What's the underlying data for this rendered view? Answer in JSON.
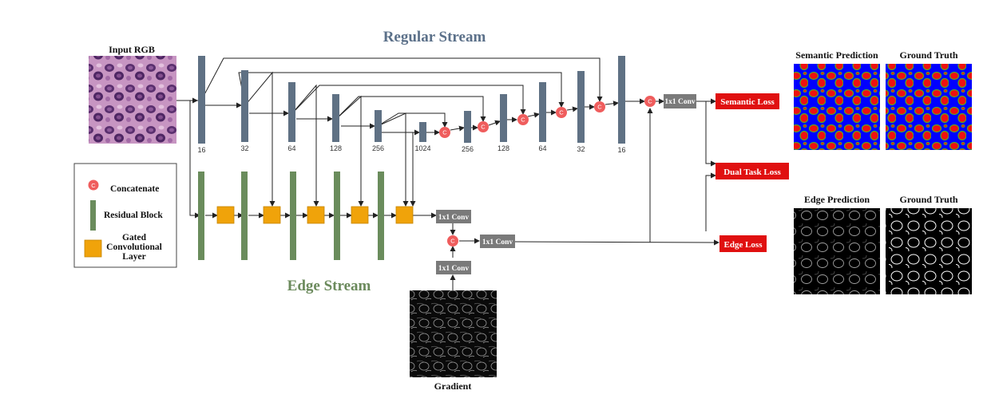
{
  "titles": {
    "regular_stream": "Regular Stream",
    "edge_stream": "Edge Stream"
  },
  "input_label": "Input RGB",
  "gradient_label": "Gradient",
  "regular_channels": [
    "16",
    "32",
    "64",
    "128",
    "256",
    "1024",
    "256",
    "128",
    "64",
    "32",
    "16"
  ],
  "conv": {
    "label": "1x1 Conv"
  },
  "concat_symbol": "C",
  "losses": {
    "semantic": "Semantic Loss",
    "dual_task": "Dual Task Loss",
    "edge": "Edge Loss"
  },
  "outputs": {
    "semantic_prediction": "Semantic Prediction",
    "ground_truth": "Ground Truth",
    "edge_prediction": "Edge Prediction"
  },
  "legend": {
    "concatenate": "Concatenate",
    "residual_block": "Residual Block",
    "gated_conv_1": "Gated",
    "gated_conv_2": "Convolutional",
    "gated_conv_3": "Layer"
  },
  "colors": {
    "regular_title": "#5b7089",
    "edge_title": "#6b8a5c",
    "regular_block": "#5f7184",
    "edge_block": "#6a8c5c",
    "gated_conv": "#f0a30a",
    "concat": "#ef5d5d",
    "conv": "#7a7a7a",
    "loss": "#e01010",
    "semantic_bg": "#0000ff",
    "semantic_cell": "#ee1111",
    "semantic_edge": "#55aa22"
  }
}
